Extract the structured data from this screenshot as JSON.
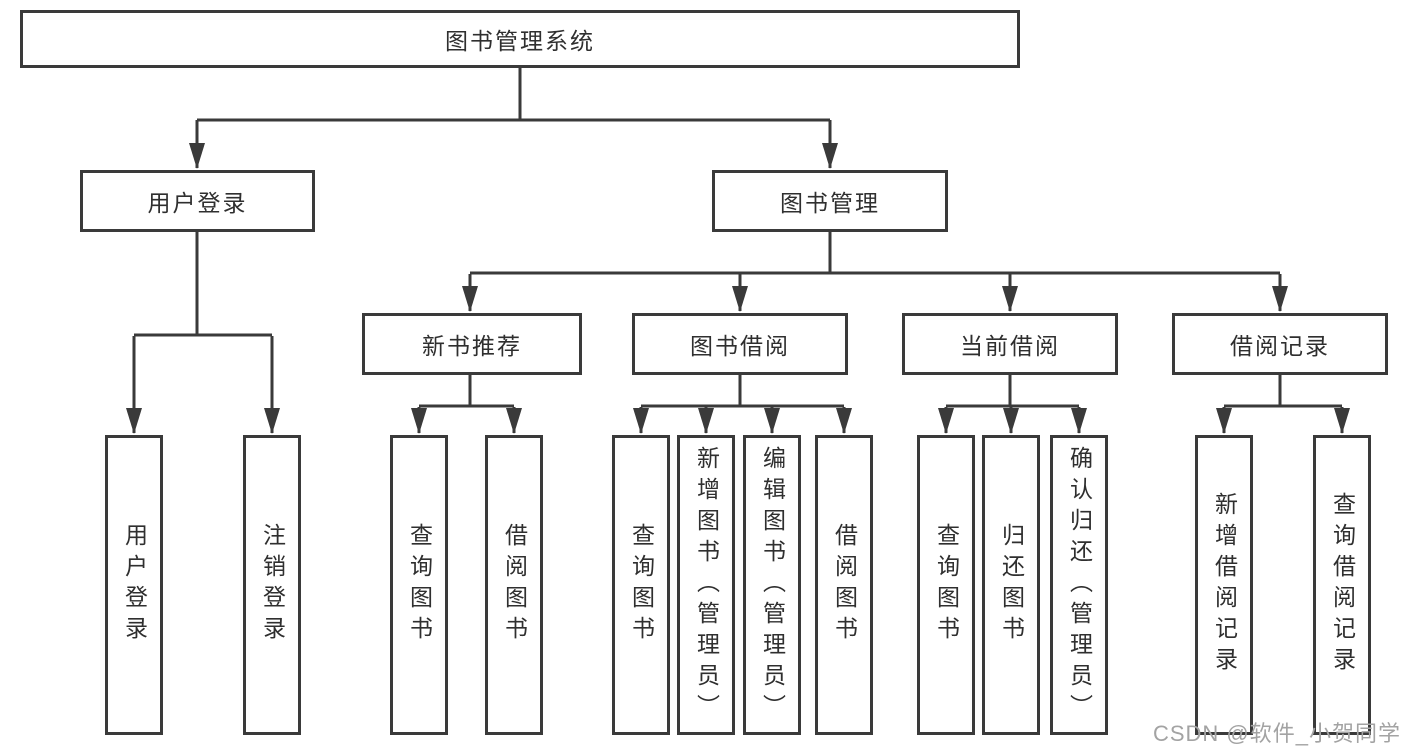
{
  "nodes": {
    "root": "图书管理系统",
    "l2": [
      "用户登录",
      "图书管理"
    ],
    "l3": [
      "新书推荐",
      "图书借阅",
      "当前借阅",
      "借阅记录"
    ],
    "leaves_user": [
      "用户登录",
      "注销登录"
    ],
    "leaves_newbook": [
      "查询图书",
      "借阅图书"
    ],
    "leaves_borrow": [
      "查询图书",
      "新增图书（管理员）",
      "编辑图书（管理员）",
      "借阅图书"
    ],
    "leaves_current": [
      "查询图书",
      "归还图书",
      "确认归还（管理员）"
    ],
    "leaves_records": [
      "新增借阅记录",
      "查询借阅记录"
    ]
  },
  "watermark": "CSDN @软件_小贺同学",
  "colors": {
    "line": "#3a3a3a",
    "box_background": "#ffffff",
    "text": "#2f2f2f",
    "watermark": "#a3a3a3"
  }
}
